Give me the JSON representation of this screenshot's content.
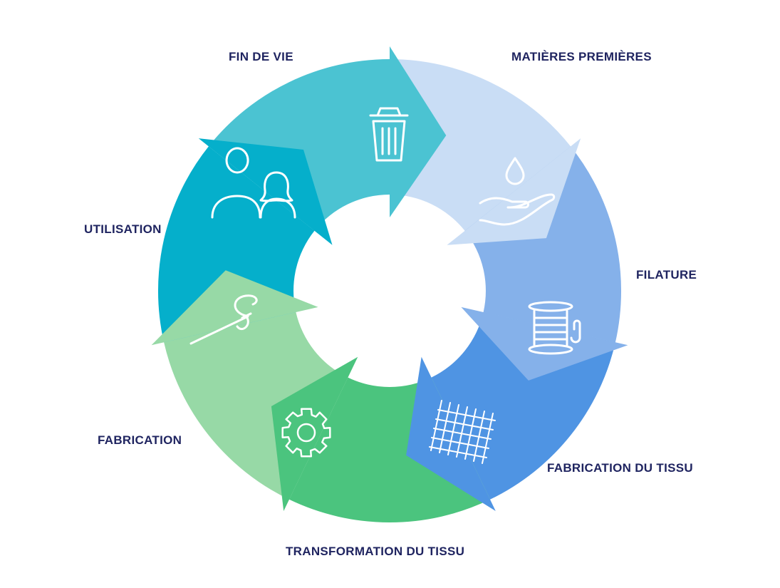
{
  "title": "Cycle de vie du textile",
  "stages": [
    {
      "label": "MATIÈRES PREMIÈRES",
      "color": "#C9DDF5",
      "icon": "hand-water-drop-icon"
    },
    {
      "label": "FILATURE",
      "color": "#85B1EA",
      "icon": "thread-spool-icon"
    },
    {
      "label": "FABRICATION DU TISSU",
      "color": "#4F94E3",
      "icon": "fabric-weave-icon"
    },
    {
      "label": "TRANSFORMATION DU TISSU",
      "color": "#4BC47E",
      "icon": "gear-icon"
    },
    {
      "label": "FABRICATION",
      "color": "#97D9A6",
      "icon": "needle-thread-icon"
    },
    {
      "label": "UTILISATION",
      "color": "#05AFCB",
      "icon": "people-icon"
    },
    {
      "label": "FIN DE VIE",
      "color": "#4BC3D2",
      "icon": "trash-can-icon"
    }
  ],
  "label_color": "#1F2460"
}
